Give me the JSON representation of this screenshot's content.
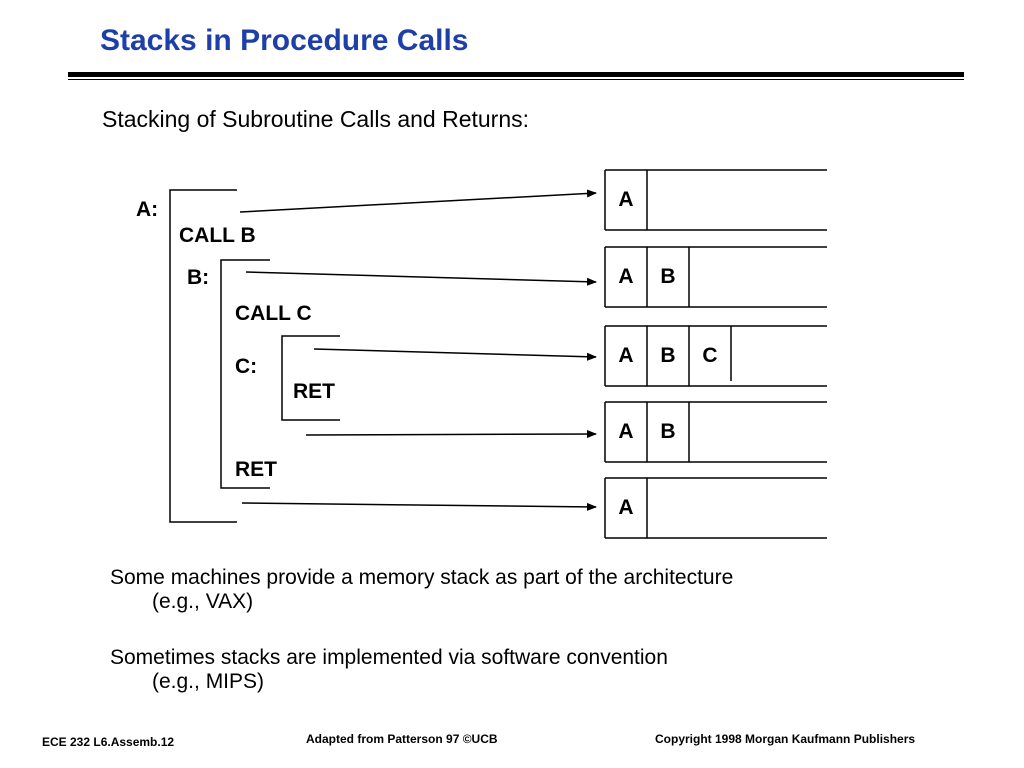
{
  "slide": {
    "title": "Stacks in Procedure Calls",
    "subtitle": "Stacking of Subroutine Calls and Returns:"
  },
  "code": {
    "label_a": "A:",
    "call_b": "CALL B",
    "label_b": "B:",
    "call_c": "CALL C",
    "label_c": "C:",
    "ret_c": "RET",
    "ret_b": "RET"
  },
  "stacks": [
    {
      "cells": [
        "A"
      ]
    },
    {
      "cells": [
        "A",
        "B"
      ]
    },
    {
      "cells": [
        "A",
        "B",
        "C"
      ]
    },
    {
      "cells": [
        "A",
        "B"
      ]
    },
    {
      "cells": [
        "A"
      ]
    }
  ],
  "notes": [
    {
      "line1": "Some machines provide a memory stack as part of the architecture",
      "line2": "(e.g., VAX)"
    },
    {
      "line1": "Sometimes stacks are implemented via software convention",
      "line2": "(e.g., MIPS)"
    }
  ],
  "footer": {
    "left": "ECE 232  L6.Assemb.12",
    "center": "Adapted from Patterson 97 ©UCB",
    "right": "Copyright 1998 Morgan Kaufmann Publishers"
  }
}
